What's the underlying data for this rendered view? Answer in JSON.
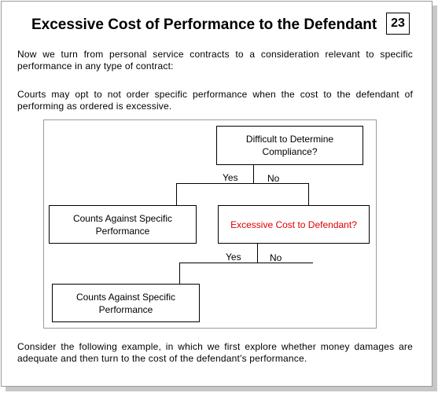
{
  "header": {
    "title": "Excessive Cost of Performance to the Defendant",
    "page_number": "23"
  },
  "body": {
    "para_1": "Now we turn from personal service contracts to a consideration relevant to specific performance in any type of contract:",
    "para_2": "Courts may opt to not order specific performance when the cost to the defendant of performing as ordered is excessive.",
    "para_3": "Consider the following example, in which we first explore whether money damages are adequate and then turn to the cost of the defendant's performance."
  },
  "diagram": {
    "node_compliance": "Difficult to Determine Compliance?",
    "node_against_1": "Counts Against Specific Performance",
    "node_excessive_cost": "Excessive Cost to Defendant?",
    "node_against_2": "Counts Against Specific Performance",
    "label_yes_1": "Yes",
    "label_no_1": "No",
    "label_yes_2": "Yes",
    "label_no_2": "No",
    "highlight_color": "#e00000"
  }
}
